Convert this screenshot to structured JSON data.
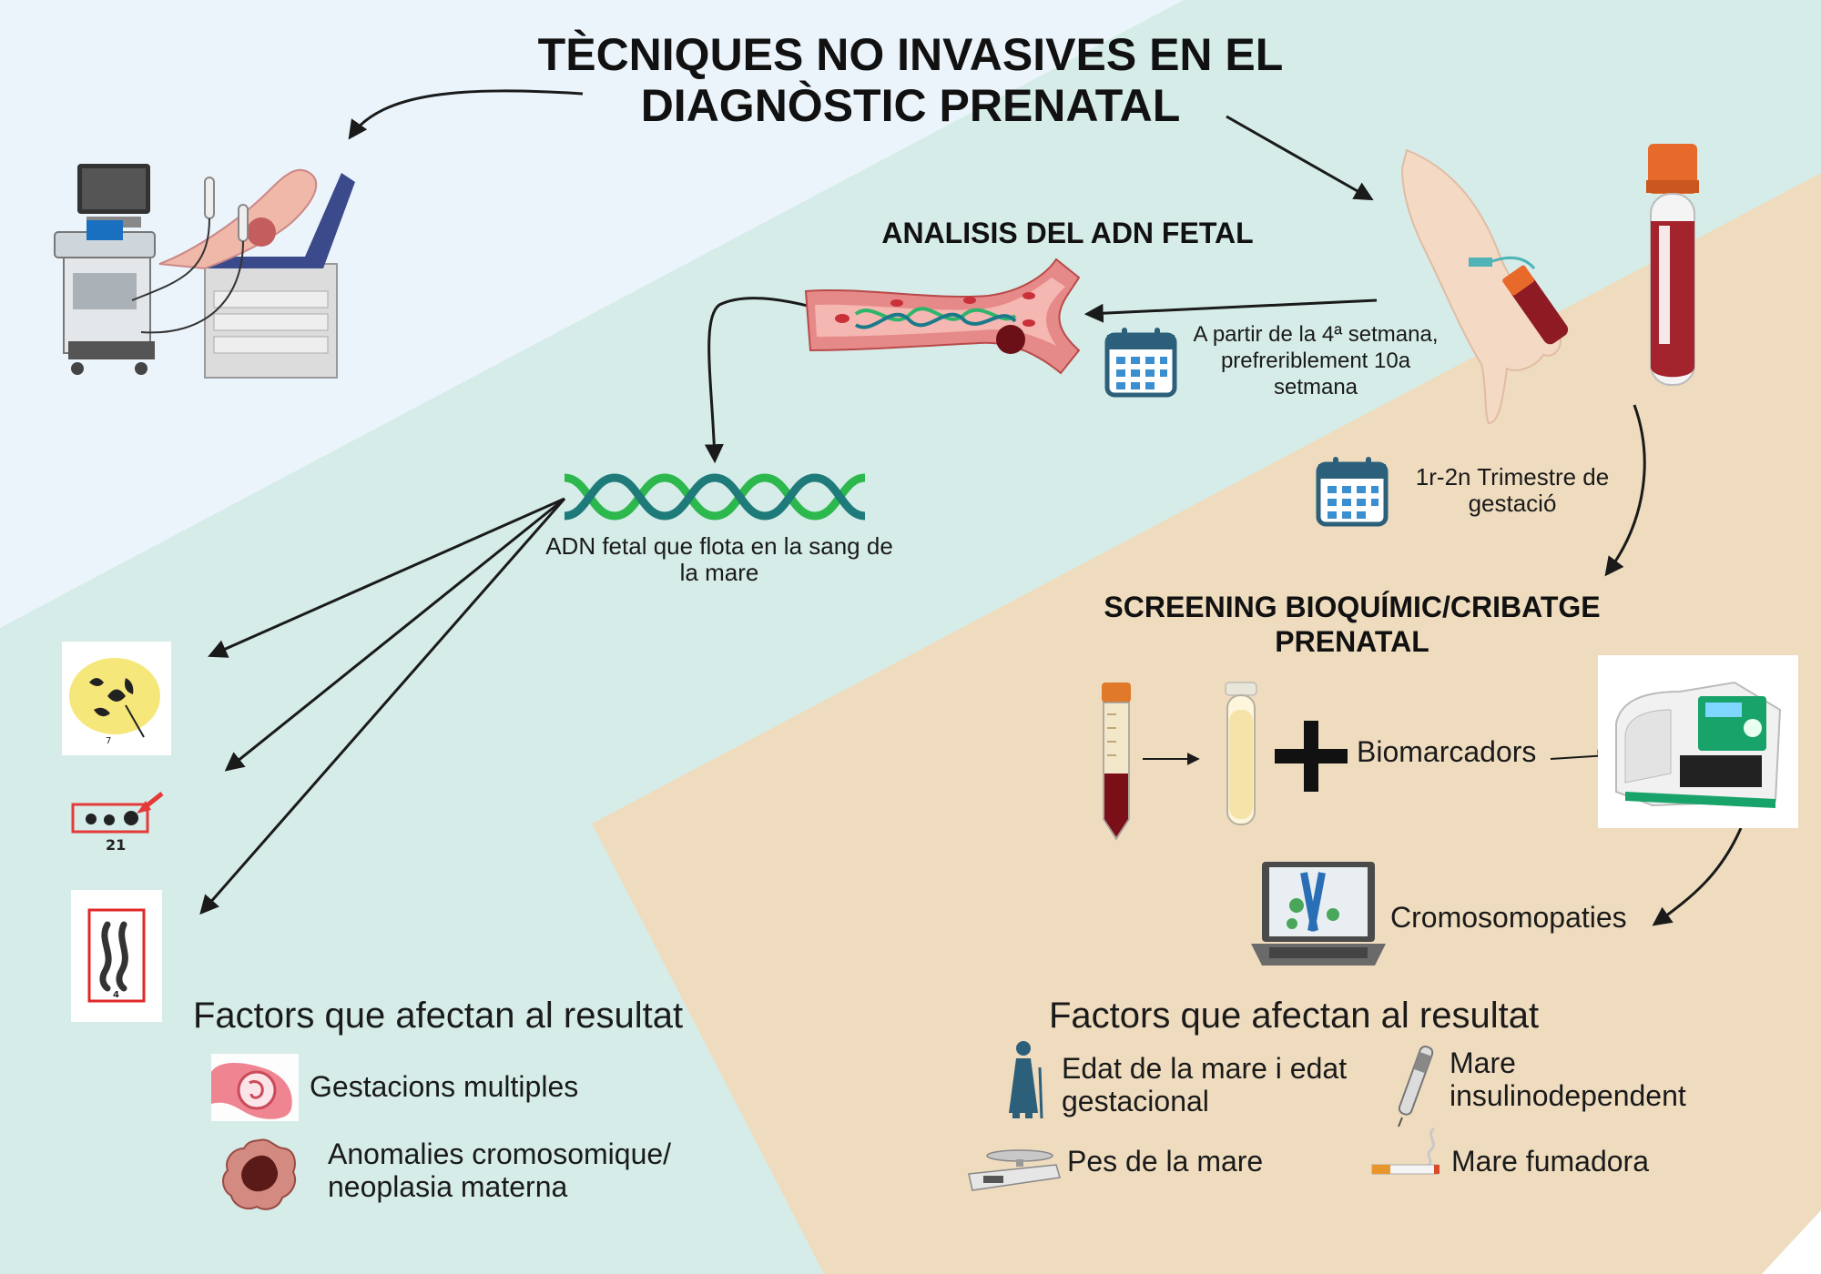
{
  "title": {
    "line1": "TÈCNIQUES NO INVASIVES EN EL",
    "line2": "DIAGNÒSTIC PRENATAL"
  },
  "adn": {
    "heading": "ANALISIS DEL ADN FETAL",
    "timing": {
      "line1": "A partir de la 4ª setmana,",
      "line2": "prefreriblement 10a",
      "line3": "setmana"
    },
    "floating": {
      "line1": "ADN fetal que flota en la sang de",
      "line2": "la mare"
    },
    "karyotype_label_7": "7",
    "karyotype_label_21": "21",
    "karyotype_label_4": "4",
    "factors_title": "Factors que afectan al resultat",
    "factors": [
      {
        "icon": "uterus-icon",
        "line1": "Gestacions multiples",
        "line2": ""
      },
      {
        "icon": "tumor-icon",
        "line1": "Anomalies cromosomique/",
        "line2": "neoplasia materna"
      }
    ]
  },
  "screening": {
    "timing": {
      "line1": "1r-2n Trimestre de",
      "line2": "gestació"
    },
    "heading": {
      "line1": "SCREENING BIOQUÍMIC/CRIBATGE",
      "line2": "PRENATAL"
    },
    "biomarkers": "Biomarcadors",
    "result": "Cromosomopaties",
    "factors_title": "Factors que afectan al resultat",
    "factors": [
      {
        "icon": "elderly-woman-icon",
        "line1": "Edat de la mare i edat",
        "line2": "gestacional"
      },
      {
        "icon": "insulin-pen-icon",
        "line1": "Mare",
        "line2": "insulinodependent"
      },
      {
        "icon": "scale-icon",
        "line1": "Pes de la mare",
        "line2": ""
      },
      {
        "icon": "cigarette-icon",
        "line1": "Mare fumadora",
        "line2": ""
      }
    ]
  },
  "colors": {
    "blue_bg": "#ebf4fb",
    "teal_bg": "#d5ece8",
    "beige_bg": "#efdcbf",
    "blood": "#8e1b24"
  }
}
